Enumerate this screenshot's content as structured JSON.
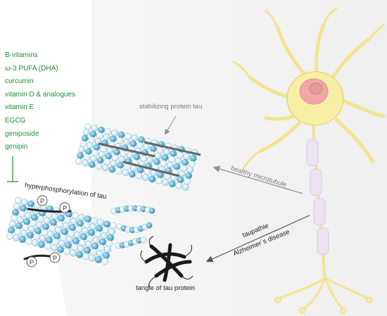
{
  "compounds": [
    "B-vitamins",
    "ω-3 PUFA (DHA)",
    "curcumin",
    "vitamin D & analogues",
    "vitamin E",
    "EGCG",
    "geniposide",
    "genipin"
  ],
  "labels": {
    "stabilizing": "stabilizing protein tau",
    "healthy": "healthy microtubule",
    "hyper": "hyperphosphorylation of tau",
    "taupathie": "taupathie",
    "alzheimer": "Alzheimer´s disease",
    "tangle": "tangle of tau protein",
    "phosphate": "P"
  },
  "colors": {
    "compound_text": "#1f8f3a",
    "inhibitor_line": "#3aa54a",
    "neuron_body": "#f7efa6",
    "neuron_outline": "#e9d873",
    "nucleus": "#f1a7a7",
    "axon_segment": "#ece4f1",
    "microtubule_light": "#a8d8ea",
    "microtubule_dark": "#3ea3cc",
    "tau_strand": "#222222",
    "arrow_grey": "#8f8f8f"
  }
}
